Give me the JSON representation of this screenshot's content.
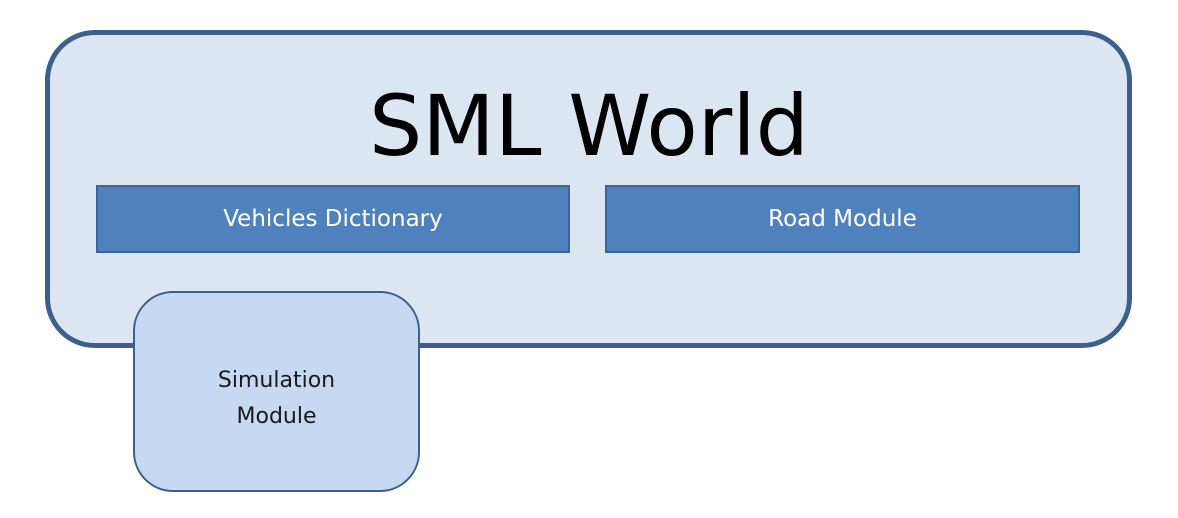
{
  "world": {
    "title": "SML World"
  },
  "modules": {
    "vehicles_label": "Vehicles Dictionary",
    "road_label": "Road Module",
    "simulation_line1": "Simulation",
    "simulation_line2": "Module"
  },
  "colors": {
    "world_fill": "#dce6f2",
    "world_border": "#3d5f8c",
    "module_bar_fill": "#4f81bd",
    "simulation_fill": "#c6d9f1"
  }
}
